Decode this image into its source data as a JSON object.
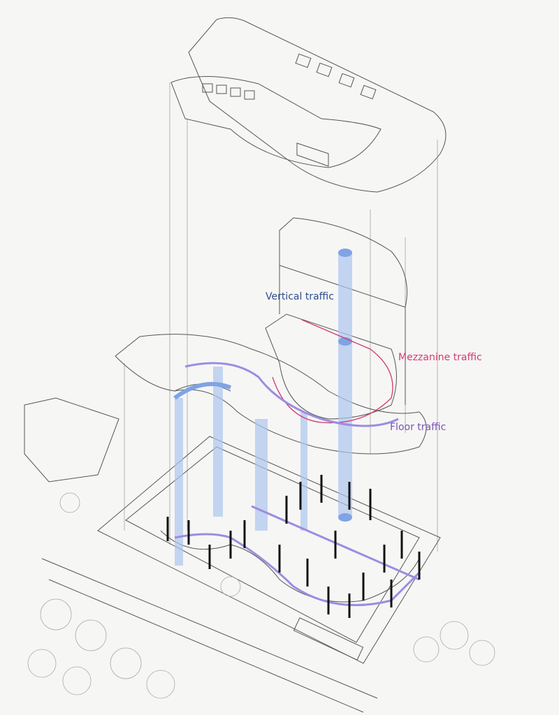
{
  "labels": {
    "vertical": "Vertical traffic",
    "mezzanine": "Mezzanine traffic",
    "floor": "Floor traffic"
  },
  "colors": {
    "vertical": "#2f4d8c",
    "mezzanine": "#d23a72",
    "floor": "#7a52b3",
    "vertical_shaft": "#aec6ee",
    "floor_path": "#9b8de0",
    "background": "#f6f6f5"
  }
}
